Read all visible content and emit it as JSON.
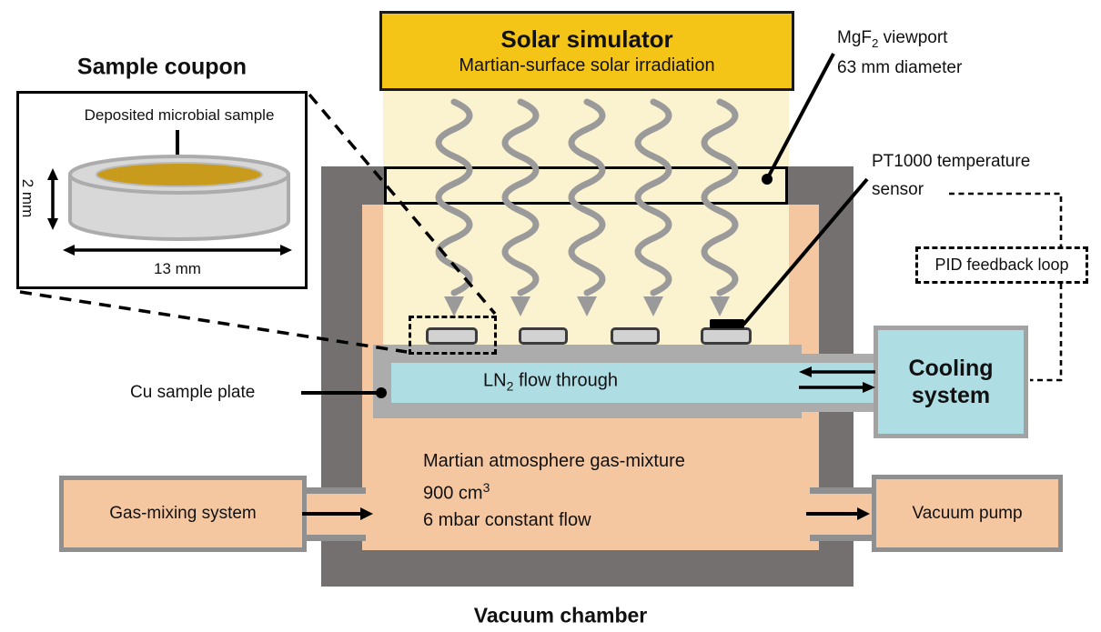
{
  "solar_simulator": {
    "title": "Solar simulator",
    "subtitle": "Martian-surface solar irradiation"
  },
  "inset": {
    "title": "Sample coupon",
    "sample_label": "Deposited microbial sample",
    "height_dim": "2 mm",
    "diameter_dim": "13 mm"
  },
  "viewport_label": {
    "prefix": "MgF",
    "sub": "2",
    "suffix": " viewport",
    "line2": "63 mm diameter"
  },
  "temperature_sensor": {
    "line1": "PT1000 temperature",
    "line2": "sensor"
  },
  "pid": {
    "label": "PID feedback loop"
  },
  "cooling": {
    "line1": "Cooling",
    "line2": "system"
  },
  "ln2": {
    "prefix": "LN",
    "sub": "2",
    "suffix": " flow through"
  },
  "plate": {
    "label": "Cu sample plate"
  },
  "atmosphere": {
    "line1": "Martian atmosphere gas-mixture",
    "line2_prefix": "900 cm",
    "line2_sup": "3",
    "line3": "6 mbar constant flow"
  },
  "gas_mixing": {
    "label": "Gas-mixing system"
  },
  "vacuum_pump": {
    "label": "Vacuum pump"
  },
  "chamber": {
    "label": "Vacuum chamber"
  },
  "irradiation_wave_count": 5,
  "sample_coupon_count": 4,
  "colors": {
    "solar_yellow": "#F4C417",
    "beam_pale_yellow": "#FBF2CF",
    "chamber_wall_gray": "#757070",
    "atmosphere_peach": "#F5C7A1",
    "plate_gray": "#ACACAC",
    "coupon_gray": "#D2D2D2",
    "coolant_blue": "#AEDDE4",
    "microbial_gold": "#C99B1D",
    "wave_gray": "#9A9A9A"
  }
}
